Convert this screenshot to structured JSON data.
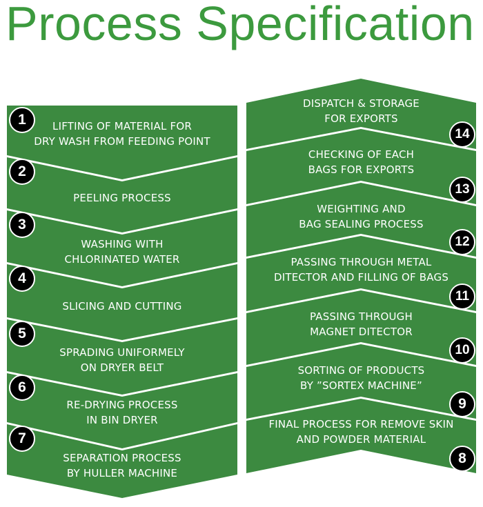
{
  "title": "Process Specification",
  "colors": {
    "title": "#3c9a3e",
    "band": "#3c8a40",
    "badge": "#000000",
    "text": "#ffffff"
  },
  "left_steps": [
    {
      "number": "1",
      "lines": [
        "LIFTING OF MATERIAL FOR",
        "DRY WASH FROM FEEDING POINT"
      ]
    },
    {
      "number": "2",
      "lines": [
        "PEELING PROCESS"
      ]
    },
    {
      "number": "3",
      "lines": [
        "WASHING WITH",
        "CHLORINATED WATER"
      ]
    },
    {
      "number": "4",
      "lines": [
        "SLICING AND CUTTING"
      ]
    },
    {
      "number": "5",
      "lines": [
        "SPRADING UNIFORMELY",
        "ON DRYER BELT"
      ]
    },
    {
      "number": "6",
      "lines": [
        "RE-DRYING PROCESS",
        "IN BIN DRYER"
      ]
    },
    {
      "number": "7",
      "lines": [
        "SEPARATION PROCESS",
        "BY HULLER MACHINE"
      ]
    }
  ],
  "right_steps": [
    {
      "number": "14",
      "lines": [
        "DISPATCH & STORAGE",
        "FOR EXPORTS"
      ]
    },
    {
      "number": "13",
      "lines": [
        "CHECKING OF EACH",
        "BAGS FOR EXPORTS"
      ]
    },
    {
      "number": "12",
      "lines": [
        "WEIGHTING AND",
        "BAG SEALING PROCESS"
      ]
    },
    {
      "number": "11",
      "lines": [
        "PASSING THROUGH METAL",
        "DITECTOR AND FILLING OF BAGS"
      ]
    },
    {
      "number": "10",
      "lines": [
        "PASSING THROUGH",
        "MAGNET DITECTOR"
      ]
    },
    {
      "number": "9",
      "lines": [
        "SORTING OF PRODUCTS",
        "BY ”SORTEX MACHINE”"
      ]
    },
    {
      "number": "8",
      "lines": [
        "FINAL PROCESS FOR REMOVE SKIN",
        "AND POWDER MATERIAL"
      ]
    }
  ]
}
